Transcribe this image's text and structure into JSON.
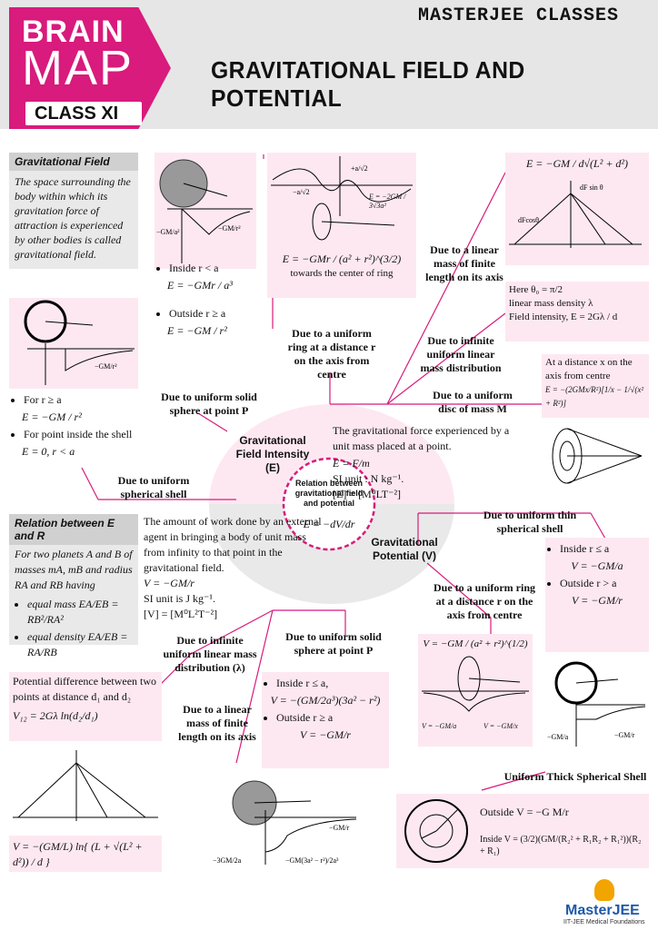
{
  "header": {
    "brain": "BRAIN",
    "map": "MAP",
    "class": "CLASS XI",
    "brand": "MASTERJEE CLASSES",
    "title": "GRAVITATIONAL FIELD AND POTENTIAL"
  },
  "center": {
    "intensity_title": "Gravitational Field Intensity (E)",
    "relation_title": "Relation between gravitational field and potential",
    "relation_formula": "E = −dV/dr",
    "potential_title": "Gravitational Potential (V)"
  },
  "definition_field": {
    "heading": "Gravitational Field",
    "text": "The space surrounding the body within which its gravitation force of attraction is experienced by other bodies is called gravitational field."
  },
  "solid_sphere_E": {
    "inside": "Inside r < a",
    "inside_formula": "E = −GMr / a³",
    "outside": "Outside r ≥ a",
    "outside_formula": "E = −GM / r²",
    "caption": "Due to uniform solid sphere at point P",
    "graph_left": "−GM/a²",
    "graph_right": "−GM/r²"
  },
  "ring_E": {
    "formula": "E = −GMr / (a² + r²)^(3/2)",
    "note": "towards the center of ring",
    "caption": "Due to a uniform ring at a distance r on the axis from centre",
    "peak_left": "−a/√2",
    "peak_right": "+a/√2",
    "peak_value": "E = −2GM / 3√3a²"
  },
  "linear_finite_E": {
    "formula": "E = −GM / d√(L² + d²)",
    "caption": "Due to a linear mass of finite length on its axis",
    "label_sin": "dF sin θ",
    "label_cos": "dFcosθ"
  },
  "infinite_linear_E": {
    "line1": "Here θ₀ = π/2",
    "line2": "linear mass density λ",
    "line3": "Field intensity, E = 2Gλ / d",
    "caption": "Due to infinite uniform linear mass distribution"
  },
  "disc_E": {
    "line1": "At a distance x on the axis from centre",
    "formula": "E = −(2GMx/R²)[1/x − 1/√(x² + R²)]",
    "caption": "Due to a uniform disc of mass M"
  },
  "field_def": {
    "text": "The gravitational force experienced by a unit mass placed at a point.",
    "formula": "E = F/m",
    "si": "SI unit : N kg⁻¹.",
    "dim": "[E] = [M⁰LT⁻²]"
  },
  "shell_E": {
    "item1": "For r ≥ a",
    "formula1": "E = −GM / r²",
    "item2": "For point inside the shell",
    "formula2": "E = 0,  r < a",
    "caption": "Due to uniform spherical shell",
    "graph_label": "−GM/r²"
  },
  "relation_ER": {
    "heading": "Relation between E and R",
    "text": "For two planets A and B of masses mA, mB and radius RA and RB having",
    "item1": "equal mass  EA/EB = RB²/RA²",
    "item2": "equal density  EA/EB = RA/RB"
  },
  "potential_def": {
    "text": "The amount of work done by an external agent in bringing a body of unit mass from infinity to that point in the gravitational field.",
    "formula": "V = −GM/r",
    "si": "SI unit is J kg⁻¹.",
    "dim": "[V] = [M⁰L²T⁻²]"
  },
  "thin_shell_V": {
    "caption": "Due to uniform thin spherical shell",
    "inside": "Inside r ≤ a",
    "inside_formula": "V = −GM/a",
    "outside": "Outside r > a",
    "outside_formula": "V = −GM/r",
    "graph_left": "−GM/a",
    "graph_right": "−GM/r"
  },
  "ring_V": {
    "caption": "Due to a uniform ring at a distance r on the axis from centre",
    "formula": "V = −GM / (a² + r²)^(1/2)",
    "left": "V = −GM/a",
    "right": "V = −GM/x"
  },
  "solid_sphere_V": {
    "caption": "Due to uniform solid sphere at point P",
    "inside": "Inside r ≤ a,",
    "inside_formula": "V = −(GM/2a³)(3a² − r²)",
    "outside": "Outside r ≥ a",
    "outside_formula": "V = −GM/r",
    "graph_left": "−3GM/2a",
    "graph_mid": "−GM(3a² − r²)/2a³",
    "graph_right": "−GM/r"
  },
  "infinite_linear_V": {
    "caption": "Due to infinite uniform linear mass distribution (λ)",
    "text": "Potential difference between two points at distance d₁ and d₂",
    "formula": "V₁₂ = 2Gλ ln(d₂/d₁)"
  },
  "linear_finite_V": {
    "caption": "Due to a linear mass of finite length on its axis",
    "formula": "V = −(GM/L) ln{ (L + √(L² + d²)) / d }"
  },
  "thick_shell_V": {
    "caption": "Uniform Thick Spherical Shell",
    "outside": "Outside V = −G M/r",
    "inside": "Inside V = (3/2)(GM/(R₂² + R₁R₂ + R₁²))(R₂ + R₁)"
  },
  "footer": {
    "logo": "MasterJEE",
    "tagline": "IIT-JEE Medical Foundations"
  }
}
